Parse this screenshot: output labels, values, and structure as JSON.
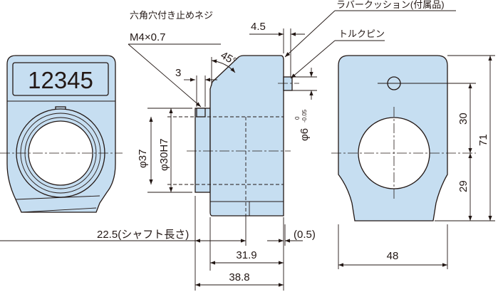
{
  "counter_display": "12345",
  "callouts": {
    "hex_screw": "六角穴付き止めネジ",
    "hex_screw_size": "M4×0.7",
    "rubber_cushion": "ラバークッション(付属品)",
    "torque_pin": "トルクピン"
  },
  "dimensions": {
    "pin_offset": "4.5",
    "angle": "45°",
    "flange_width": "3",
    "outer_dia": "φ37",
    "bore_dia": "φ30H7",
    "pin_dia": "φ6",
    "pin_tol_upper": "0",
    "pin_tol_lower": "-0.05",
    "shaft_length": "22.5(シャフト長さ)",
    "gap": "(0.5)",
    "depth_a": "31.9",
    "depth_b": "38.8",
    "width": "48",
    "height_upper": "30",
    "height_total": "71",
    "height_lower": "29"
  },
  "colors": {
    "part_fill": "#c6def1",
    "line": "#231815"
  }
}
